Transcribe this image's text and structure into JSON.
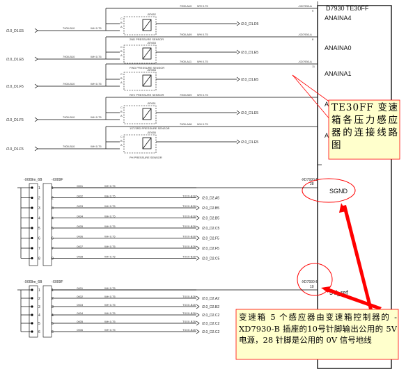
{
  "header": {
    "ecu_title": "D7930 TE30FF",
    "ecu_pins": [
      "ANAINA4",
      "ANAINA0",
      "ANAINA1"
    ],
    "ecu_pin_refs": [
      "-XD7930-A",
      "-XD7930-A",
      "-XD7930-A"
    ],
    "ecu_pin_nums": [
      "9",
      "8",
      "11"
    ]
  },
  "sensor_block": {
    "left_refs": [
      "/2.0_D1.E5",
      "/2.0_D1.E5",
      "/2.0_D1.F5",
      "/2.0_D1.F5",
      "/2.0_D1.F5"
    ],
    "sensor_ids": [
      "-B7652",
      "-B7653",
      "-B7654",
      "-B7651",
      "-B7655"
    ],
    "sensor_names": [
      "2ND PRESSURE SENSOR",
      "FWD PRESSURE SENSOR",
      "REV PRESSURE SENSOR",
      "1ST/3RD PRESSURE SENSOR",
      "PH PRESSURE SENSOR"
    ],
    "right_refs": [
      "/2.0_D1.D5",
      "/2.0_D1.E5",
      "/2.0_D1.E5",
      "/2.0_D1.E5",
      "/2.0_D1.E5"
    ],
    "wire_labels": [
      "7900-A10",
      "7900-A09",
      "7900-A11",
      "7900-B09",
      "7900-A08"
    ]
  },
  "sgnd_block": {
    "left_ref": "-X009m_6B",
    "conn_ref": "-X009F",
    "pins": [
      "1",
      "2",
      "3",
      "4",
      "5",
      "6",
      "7",
      "8"
    ],
    "xd_ref": "-XD7930-B",
    "xd_pin": "28",
    "signal": "SGND",
    "right_refs": [
      "/2.0_D2.A5",
      "/2.0_D2.B5",
      "/2.0_D2.B5",
      "/2.0_D2.C5",
      "/2.0_D2.F5",
      "/2.0_D2.F5",
      "/2.0_D2.C5"
    ]
  },
  "vref_block": {
    "left_ref": "-X009m_6B",
    "conn_ref": "-X009F",
    "pins": [
      "1",
      "2",
      "3",
      "4",
      "5",
      "6"
    ],
    "xd_ref": "-XD7930-B",
    "xd_pin": "10",
    "signal": "5V_ref",
    "right_refs": [
      "/2.0_D2.A2",
      "/2.0_D2.B2",
      "/2.0_D2.C2",
      "/2.0_D2.C2",
      "/2.0_D2.C2"
    ]
  },
  "callouts": {
    "top": "TE30FF 变速箱各压力感应器的连接线路图",
    "bottom": "变速箱 5 个感应器由变速箱控制器的 -XD7930-B 插座的10号针脚输出公用的 5V电源，28 针脚是公用的 0V 信号地线"
  },
  "colors": {
    "callout_fill": "#ffffcc",
    "callout_stroke": "#ff0000",
    "ellipse_stroke": "#ff0000",
    "arrow": "#ff0000"
  }
}
